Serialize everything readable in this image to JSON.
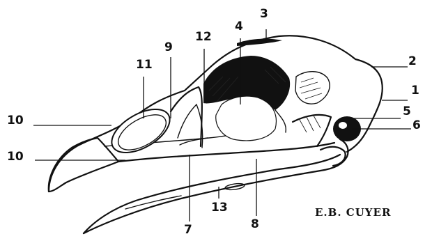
{
  "figure": {
    "labels": [
      {
        "id": "1",
        "text": "1"
      },
      {
        "id": "2",
        "text": "2"
      },
      {
        "id": "3",
        "text": "3"
      },
      {
        "id": "4",
        "text": "4"
      },
      {
        "id": "5",
        "text": "5"
      },
      {
        "id": "6",
        "text": "6"
      },
      {
        "id": "7",
        "text": "7"
      },
      {
        "id": "8",
        "text": "8"
      },
      {
        "id": "9",
        "text": "9"
      },
      {
        "id": "10a",
        "text": "10"
      },
      {
        "id": "10b",
        "text": "10"
      },
      {
        "id": "11",
        "text": "11"
      },
      {
        "id": "12",
        "text": "12"
      },
      {
        "id": "13",
        "text": "13"
      }
    ],
    "signature": "E.B. CUYER"
  }
}
